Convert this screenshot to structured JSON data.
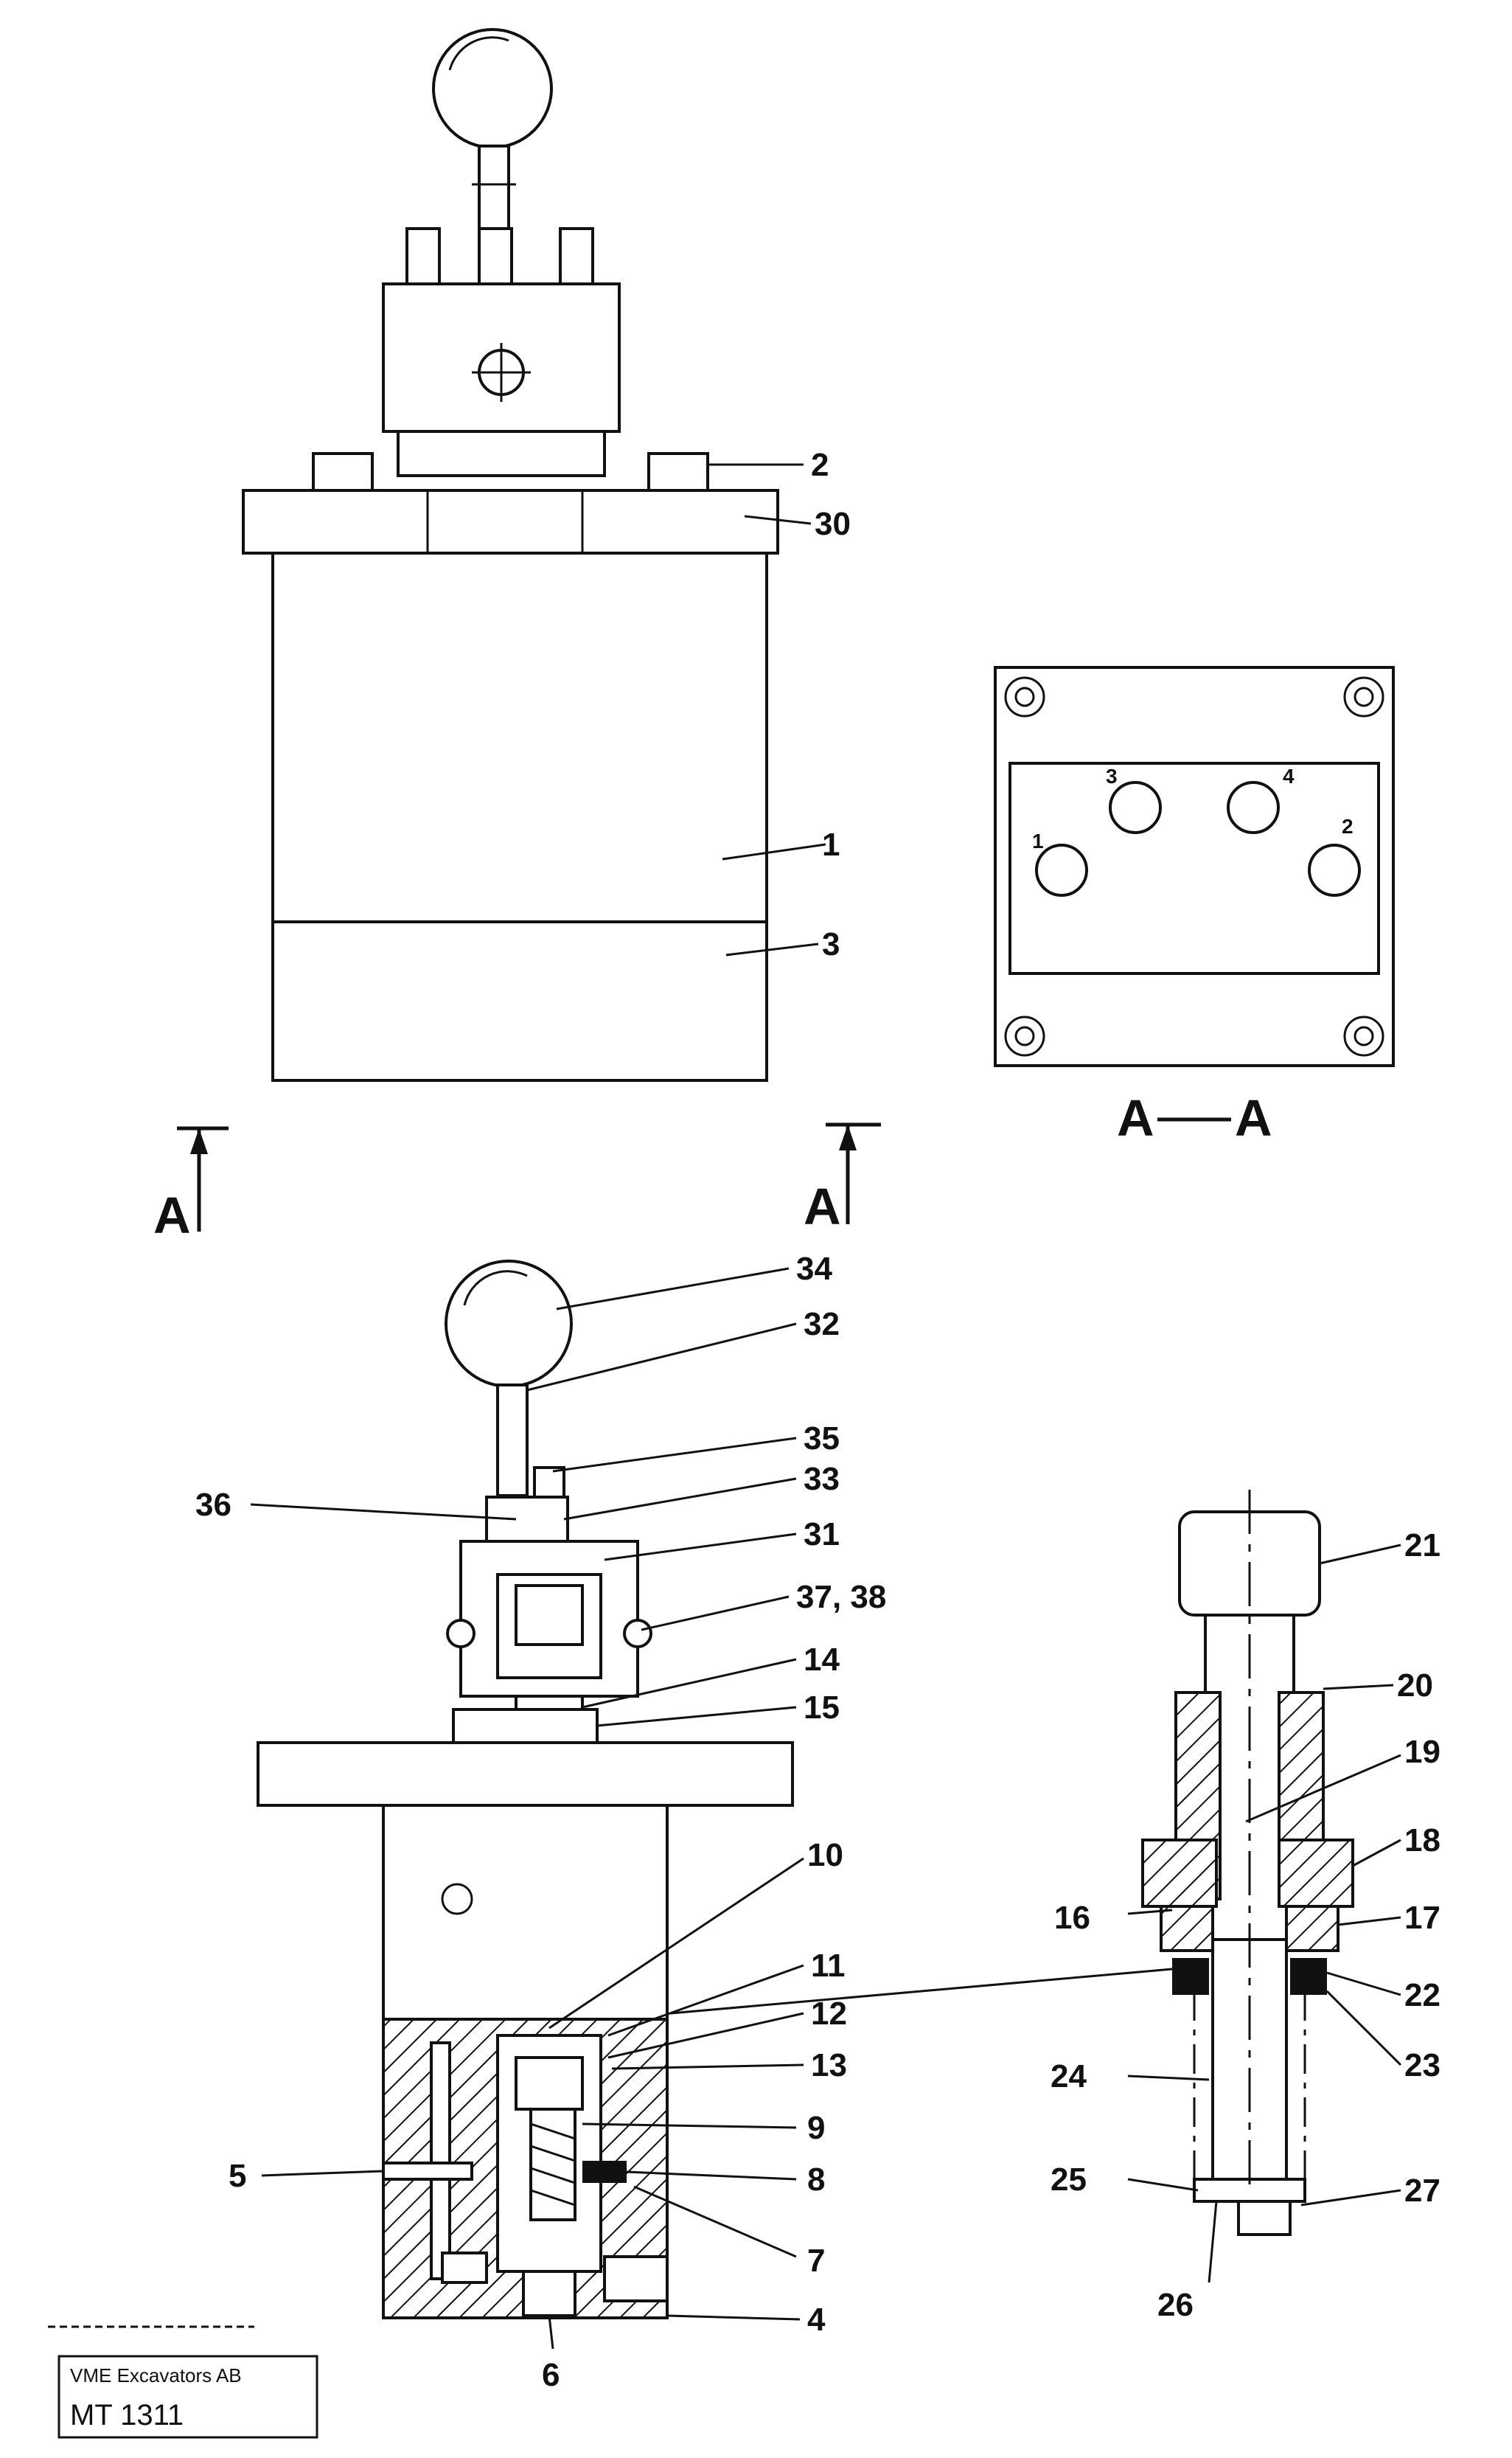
{
  "callouts": {
    "c1": "1",
    "c2": "2",
    "c3": "3",
    "c30": "30",
    "c34": "34",
    "c32": "32",
    "c35": "35",
    "c33": "33",
    "c36": "36",
    "c31": "31",
    "c37_38": "37, 38",
    "c14": "14",
    "c15": "15",
    "c10": "10",
    "c11": "11",
    "c12": "12",
    "c13": "13",
    "c9": "9",
    "c8": "8",
    "c7": "7",
    "c5": "5",
    "c4": "4",
    "c6": "6",
    "c21": "21",
    "c20": "20",
    "c19": "19",
    "c18": "18",
    "c16": "16",
    "c17": "17",
    "c22": "22",
    "c23": "23",
    "c24": "24",
    "c25": "25",
    "c27": "27",
    "c26": "26"
  },
  "section_marks": {
    "left": "A",
    "right": "A",
    "view_a": "A",
    "view_b": "A"
  },
  "port_labels": {
    "p1": "1",
    "p2": "2",
    "p3": "3",
    "p4": "4"
  },
  "caption": {
    "company": "VME Excavators AB",
    "code": "MT 1311"
  }
}
